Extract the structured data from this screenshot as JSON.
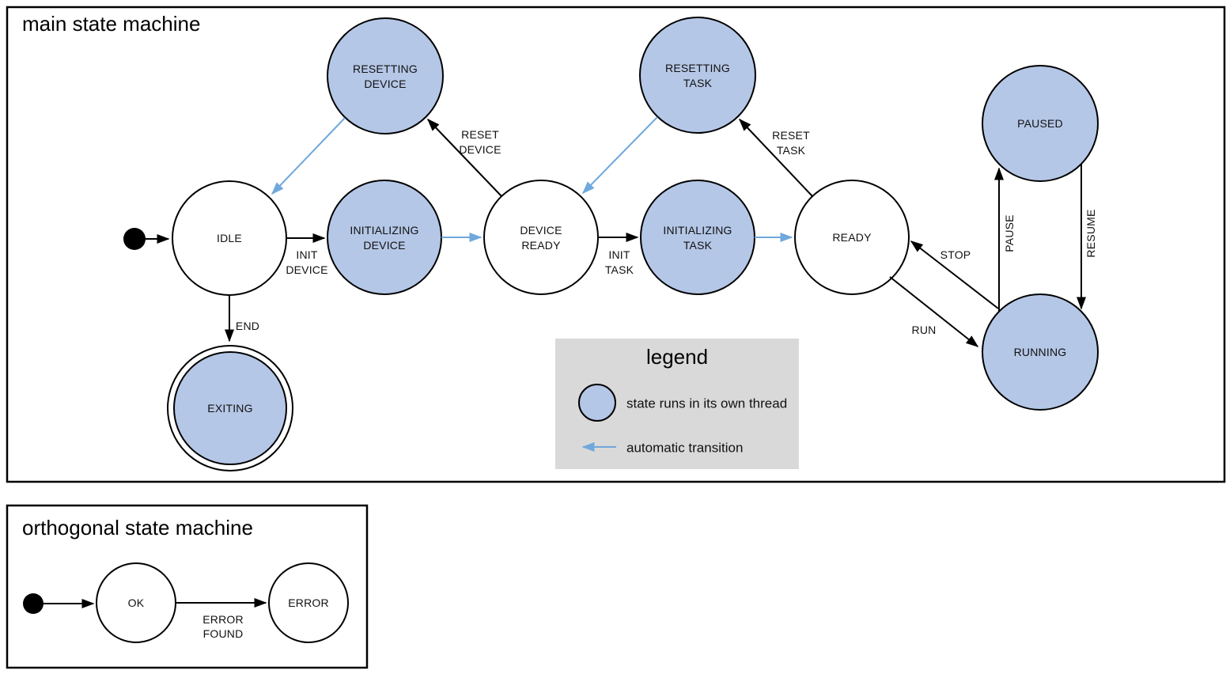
{
  "colors": {
    "thread_state_fill": "#b5c7e7",
    "plain_state_fill": "#ffffff",
    "automatic_transition_blue": "#6fa8dc",
    "legend_background": "#d9d9d9",
    "line_color": "#000000"
  },
  "main_machine": {
    "title": "main state machine",
    "states": {
      "idle": {
        "label": "IDLE"
      },
      "resetting_device": {
        "line1": "RESETTING",
        "line2": "DEVICE"
      },
      "initializing_device": {
        "line1": "INITIALIZING",
        "line2": "DEVICE"
      },
      "device_ready": {
        "line1": "DEVICE",
        "line2": "READY"
      },
      "resetting_task": {
        "line1": "RESETTING",
        "line2": "TASK"
      },
      "initializing_task": {
        "line1": "INITIALIZING",
        "line2": "TASK"
      },
      "ready": {
        "label": "READY"
      },
      "paused": {
        "label": "PAUSED"
      },
      "running": {
        "label": "RUNNING"
      },
      "exiting": {
        "label": "EXITING"
      }
    },
    "transitions": {
      "init_device": {
        "line1": "INIT",
        "line2": "DEVICE"
      },
      "reset_device": {
        "line1": "RESET",
        "line2": "DEVICE"
      },
      "init_task": {
        "line1": "INIT",
        "line2": "TASK"
      },
      "reset_task": {
        "line1": "RESET",
        "line2": "TASK"
      },
      "end": {
        "label": "END"
      },
      "stop": {
        "label": "STOP"
      },
      "run": {
        "label": "RUN"
      },
      "pause": {
        "label": "PAUSE"
      },
      "resume": {
        "label": "RESUME"
      }
    }
  },
  "legend": {
    "title": "legend",
    "thread_item_label": "state runs in its own thread",
    "auto_item_label": "automatic transition"
  },
  "orthogonal_machine": {
    "title": "orthogonal state machine",
    "states": {
      "ok": {
        "label": "OK"
      },
      "error": {
        "label": "ERROR"
      }
    },
    "transitions": {
      "error_found": {
        "line1": "ERROR",
        "line2": "FOUND"
      }
    }
  }
}
